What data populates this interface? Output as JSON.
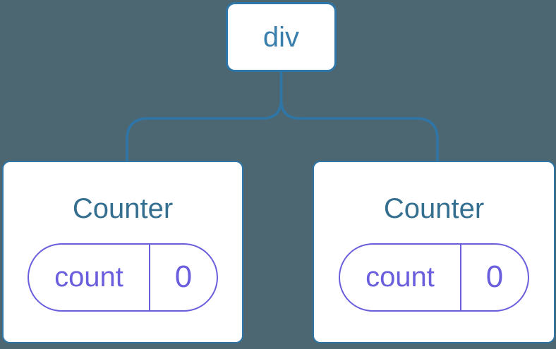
{
  "diagram": {
    "description": "component-tree-diagram",
    "root": {
      "label": "div"
    },
    "children": [
      {
        "title": "Counter",
        "state_key": "count",
        "state_value": "0"
      },
      {
        "title": "Counter",
        "state_key": "count",
        "state_value": "0"
      }
    ],
    "colors": {
      "background": "#4C6771",
      "node_fill": "#FFFFFF",
      "node_border_blue": "#2E76A8",
      "connector_blue": "#2E76A8",
      "root_label_blue": "#3A7EAC",
      "component_title_blue": "#346F90",
      "state_purple": "#6A5EDD"
    }
  }
}
